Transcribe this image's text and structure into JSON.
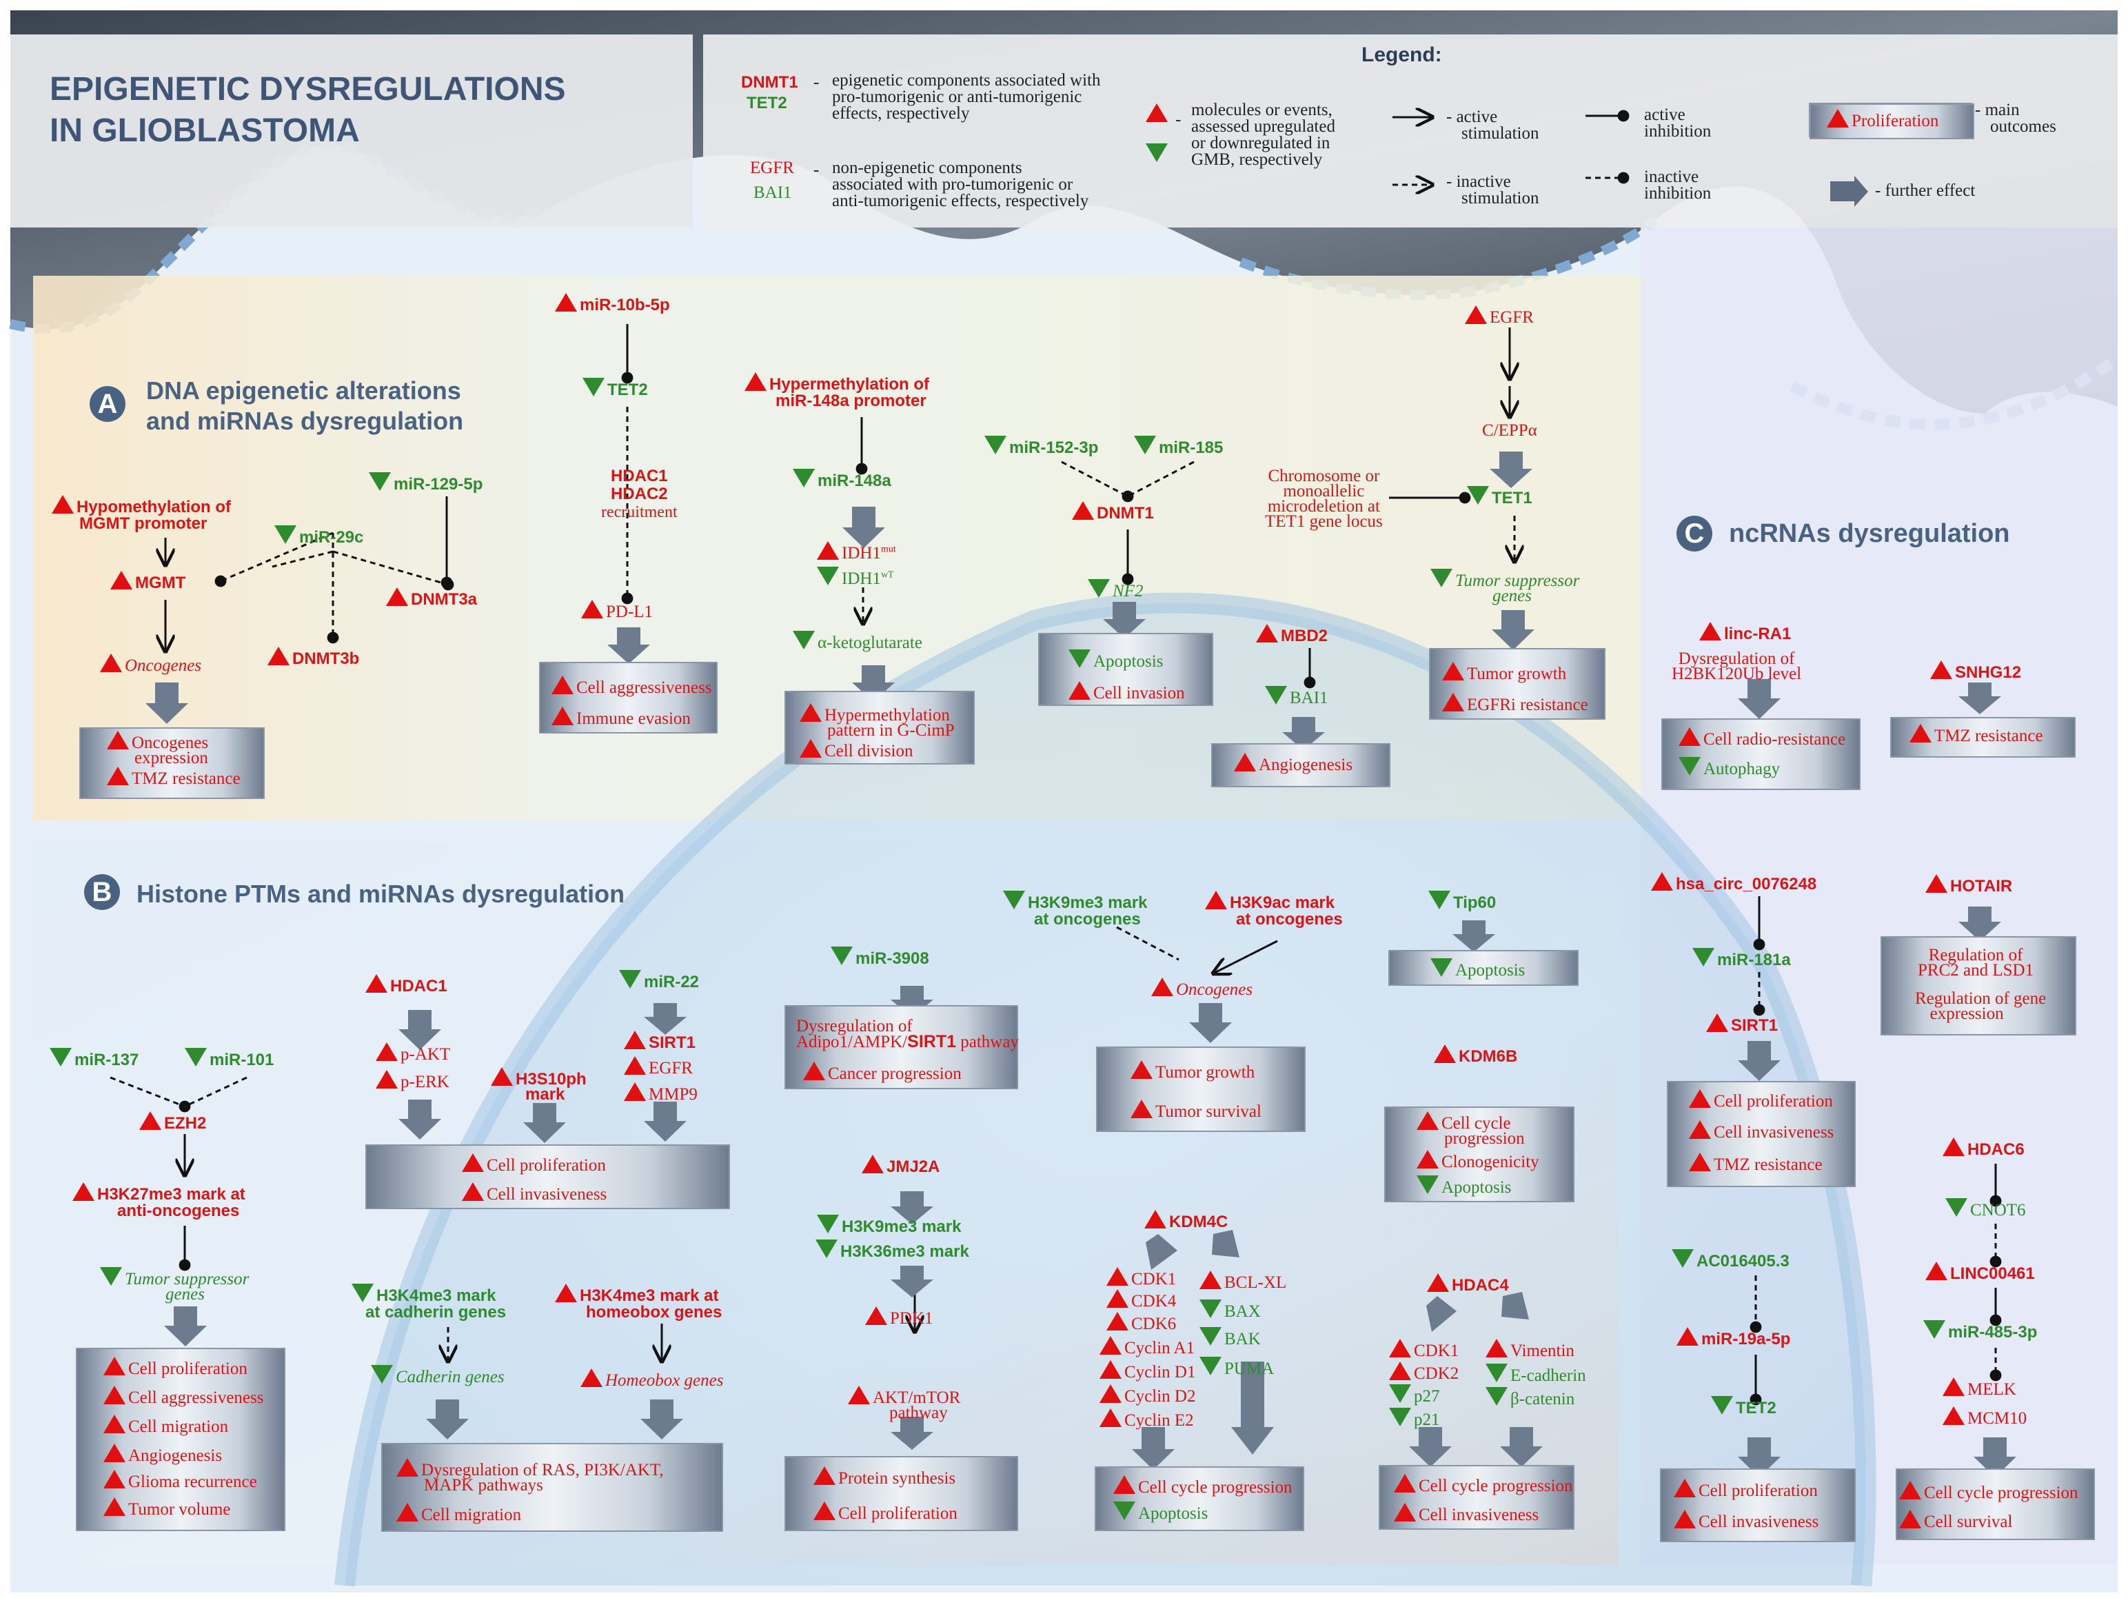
{
  "header": {
    "title_line1": "EPIGENETIC DYSREGULATIONS",
    "title_line2": "IN GLIOBLASTOMA"
  },
  "legend": {
    "title": "Legend:",
    "epi_red": "DNMT1",
    "epi_green": "TET2",
    "epi_desc_1": "epigenetic components associated with",
    "epi_desc_2": "pro-tumorigenic or anti-tumorigenic",
    "epi_desc_3": "effects, respectively",
    "nonepi_red": "EGFR",
    "nonepi_green": "BAI1",
    "nonepi_desc_1": "non-epigenetic components",
    "nonepi_desc_2": "associated with pro-tumorigenic or",
    "nonepi_desc_3": "anti-tumorigenic effects, respectively",
    "updown_1": "molecules or events,",
    "updown_2": "assessed upregulated",
    "updown_3": "or downregulated in",
    "updown_4": "GMB, respectively",
    "active_stim_1": "active",
    "active_stim_2": "stimulation",
    "inactive_stim_1": "inactive",
    "inactive_stim_2": "stimulation",
    "active_inh_1": "active",
    "active_inh_2": "inhibition",
    "inactive_inh_1": "inactive",
    "inactive_inh_2": "inhibition",
    "outcome_example": "Proliferation",
    "outcome_1": "main",
    "outcome_2": "outcomes",
    "further": "further effect"
  },
  "sections": {
    "a_letter": "A",
    "a_line1": "DNA epigenetic alterations",
    "a_line2": "and miRNAs dysregulation",
    "b_letter": "B",
    "b_title": "Histone PTMs and miRNAs dysregulation",
    "c_letter": "C",
    "c_title": "ncRNAs dysregulation"
  },
  "labels": {
    "hypometh_1": "Hypomethylation of",
    "hypometh_2": "MGMT promoter",
    "mgmt": "MGMT",
    "oncogenes_a": "Oncogenes",
    "onc_expr_1": "Oncogenes",
    "onc_expr_2": "expression",
    "tmz_a": "TMZ resistance",
    "mir129": "miR-129-5p",
    "mir29c": "miR-29c",
    "dnmt3a": "DNMT3a",
    "dnmt3b": "DNMT3b",
    "mir10b": "miR-10b-5p",
    "tet2_a": "TET2",
    "hdac1_a": "HDAC1",
    "hdac2_a": "HDAC2",
    "recruitment": "recruitment",
    "pdl1": "PD-L1",
    "cell_aggr_a": "Cell aggressiveness",
    "immune": "Immune evasion",
    "hypermeth_1": "Hypermethylation of",
    "hypermeth_2": "miR-148a promoter",
    "mir148a": "miR-148a",
    "idh1mut": "IDH1",
    "idh1mut_sup": "mut",
    "idh1wt": "IDH1",
    "idh1wt_sup": "wT",
    "akg": "α-ketoglutarate",
    "gcimp_1": "Hypermethylation",
    "gcimp_2": "pattern in G-CimP",
    "cell_div": "Cell division",
    "mir152": "miR-152-3p",
    "mir185": "miR-185",
    "dnmt1_a": "DNMT1",
    "nf2": "NF2",
    "apoptosis_a": "Apoptosis",
    "cell_inv_a": "Cell invasion",
    "mbd2": "MBD2",
    "bai1": "BAI1",
    "angio_a": "Angiogenesis",
    "egfr_a": "EGFR",
    "cebpa": "C/EPPα",
    "chromo_1": "Chromosome or",
    "chromo_2": "monoallelic",
    "chromo_3": "microdeletion at",
    "chromo_4": "TET1 gene locus",
    "tet1": "TET1",
    "tsg_a_1": "Tumor suppressor",
    "tsg_a_2": "genes",
    "tumor_growth_a": "Tumor growth",
    "egfri": "EGFRi resistance",
    "linc_ra1": "linc-RA1",
    "h2bk_1": "Dysregulation of",
    "h2bk_2": "H2BK120Ub level",
    "radio_res": "Cell radio-resistance",
    "autophagy": "Autophagy",
    "snhg12": "SNHG12",
    "tmz_c": "TMZ resistance",
    "circ": "hsa_circ_0076248",
    "mir181a": "miR-181a",
    "sirt1_c": "SIRT1",
    "prolif_c1": "Cell proliferation",
    "inv_c1": "Cell invasiveness",
    "tmz_c2": "TMZ resistance",
    "hotair": "HOTAIR",
    "prc2_1": "Regulation of",
    "prc2_2": "PRC2 and LSD1",
    "gene_expr_1": "Regulation of gene",
    "gene_expr_2": "expression",
    "ac016": "AC016405.3",
    "mir19a": "miR-19a-5p",
    "tet2_c": "TET2",
    "prolif_c2": "Cell proliferation",
    "inv_c2": "Cell invasiveness",
    "hdac6": "HDAC6",
    "cnot6": "CNOT6",
    "linc00461": "LINC00461",
    "mir485": "miR-485-3p",
    "melk": "MELK",
    "mcm10": "MCM10",
    "ccp_c": "Cell cycle progression",
    "survival_c": "Cell survival",
    "mir137": "miR-137",
    "mir101": "miR-101",
    "ezh2": "EZH2",
    "h3k27_1": "H3K27me3 mark at",
    "h3k27_2": "anti-oncogenes",
    "tsg_b_1": "Tumor suppressor",
    "tsg_b_2": "genes",
    "b1_1": "Cell proliferation",
    "b1_2": "Cell aggressiveness",
    "b1_3": "Cell migration",
    "b1_4": "Angiogenesis",
    "b1_5": "Glioma recurrence",
    "b1_6": "Tumor volume",
    "hdac1_b": "HDAC1",
    "pakt": "p-AKT",
    "perk": "p-ERK",
    "h3s10_1": "H3S10ph",
    "h3s10_2": "mark",
    "mir22": "miR-22",
    "sirt1_b": "SIRT1",
    "egfr_b": "EGFR",
    "mmp9": "MMP9",
    "prolif_b2": "Cell proliferation",
    "inv_b2": "Cell invasiveness",
    "h3k4_cad_1": "H3K4me3 mark",
    "h3k4_cad_2": "at cadherin genes",
    "cad_genes": "Cadherin genes",
    "h3k4_hom_1": "H3K4me3 mark at",
    "h3k4_hom_2": "homeobox genes",
    "hom_genes": "Homeobox genes",
    "ras_1": "Dysregulation of RAS, PI3K/AKT,",
    "ras_2": "MAPK pathways",
    "migr_b": "Cell migration",
    "mir3908": "miR-3908",
    "adipo_1": "Dysregulation of",
    "adipo_2": "Adipo1/AMPK/",
    "adipo_sirt": "SIRT1",
    "adipo_3": " pathway",
    "cancer_prog": "Cancer progression",
    "jmj2a": "JMJ2A",
    "h3k9me3": "H3K9me3 mark",
    "h3k36": "H3K36me3 mark",
    "pdk1": "PDK1",
    "akt_1": "AKT/mTOR",
    "akt_2": "pathway",
    "protein": "Protein synthesis",
    "prolif_b3": "Cell proliferation",
    "h3k9me3_onc_1": "H3K9me3 mark",
    "h3k9me3_onc_2": "at oncogenes",
    "h3k9ac_1": "H3K9ac mark",
    "h3k9ac_2": "at oncogenes",
    "oncogenes_b": "Oncogenes",
    "tumor_growth_b": "Tumor growth",
    "tumor_surv": "Tumor survival",
    "kdm4c": "KDM4C",
    "cdk1": "CDK1",
    "cdk4": "CDK4",
    "cdk6": "CDK6",
    "cyca1": "Cyclin A1",
    "cycd1": "Cyclin D1",
    "cycd2": "Cyclin D2",
    "cyce2": "Cyclin E2",
    "bclxl": "BCL-XL",
    "bax": "BAX",
    "bak": "BAK",
    "puma": "PUMA",
    "ccp_b1": "Cell cycle progression",
    "apop_b1": "Apoptosis",
    "tip60": "Tip60",
    "apop_tip": "Apoptosis",
    "kdm6b": "KDM6B",
    "ccp_k_1": "Cell cycle",
    "ccp_k_2": "progression",
    "clono": "Clonogenicity",
    "apop_k": "Apoptosis",
    "hdac4": "HDAC4",
    "cdk1_h": "CDK1",
    "cdk2_h": "CDK2",
    "p27": "p27",
    "p21": "p21",
    "vimentin": "Vimentin",
    "ecad": "E-cadherin",
    "bcat": "β-catenin",
    "ccp_h": "Cell cycle progression",
    "inv_h": "Cell invasiveness"
  }
}
